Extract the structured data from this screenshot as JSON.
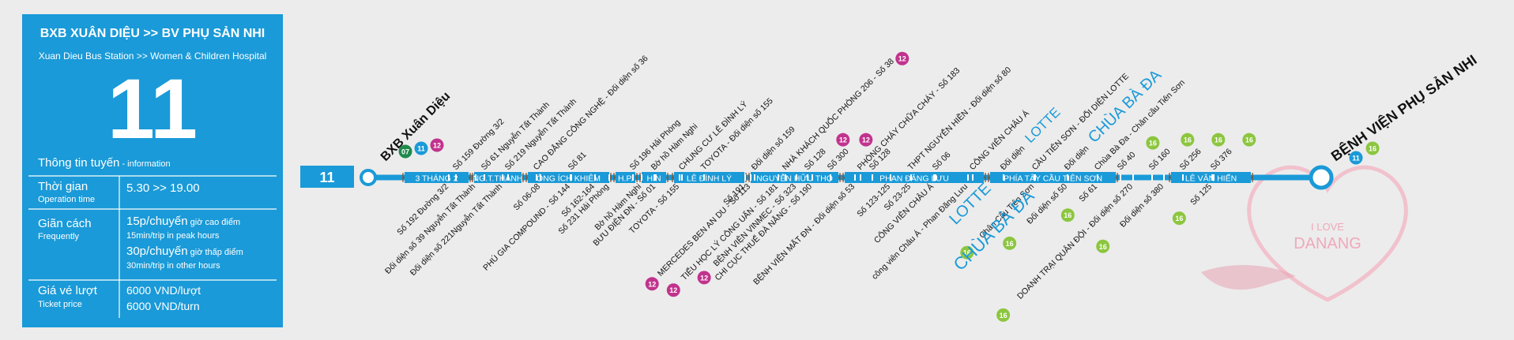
{
  "colors": {
    "accent": "#1a9ad8",
    "pink": "#c1338d",
    "green": "#8cc63f",
    "darkgreen": "#1f8a4c",
    "segment": "#8a4a1f"
  },
  "info": {
    "title_vi": "BXB XUÂN DIỆU >> BV PHỤ SẢN NHI",
    "title_en": "Xuan Dieu Bus Station >> Women & Children Hospital",
    "route_number": "11",
    "section_heading": "Thông tin tuyến",
    "section_heading_en": " - information",
    "rows": [
      {
        "label": "Thời gian",
        "label_en": "Operation time",
        "lines": [
          {
            "main": "5.30 >> 19.00",
            "small": ""
          }
        ]
      },
      {
        "label": "Giãn cách",
        "label_en": "Frequently",
        "lines": [
          {
            "main": "15p/chuyến",
            "small": " giờ cao điểm"
          },
          {
            "main": "",
            "small": "15min/trip in peak hours"
          },
          {
            "main": "30p/chuyến",
            "small": " giờ thấp điểm"
          },
          {
            "main": "",
            "small": "30min/trip in other hours"
          }
        ]
      },
      {
        "label": "Giá vé lượt",
        "label_en": "Ticket price",
        "lines": [
          {
            "main": "6000 VND/lượt",
            "small": ""
          },
          {
            "main": "6000 VND/turn",
            "small": ""
          }
        ]
      }
    ]
  },
  "route": {
    "badge": "11",
    "start": {
      "name": "BXB Xuân Diệu",
      "connections": [
        "07",
        "11",
        "12"
      ]
    },
    "end": {
      "name": "BỆNH VIỆN PHỤ SẢN NHI",
      "connections": [
        "11",
        "16"
      ]
    },
    "segments": [
      "3 THÁNG 2",
      "NG.T.THÀNH",
      "ÔNG ÍCH KHIÊM",
      "H.P.",
      "H.N",
      "LÊ ĐÌNH LÝ",
      "NGUYỄN HỮU THỌ",
      "PHAN ĐĂNG LƯU",
      "PHÍA TÂY CẦU TIÊN SƠN",
      "LÊ VĂN HIẾN"
    ],
    "stops_above": [
      {
        "name": "Số 159 Đường 3/2",
        "routes": []
      },
      {
        "name": "Số 61 Nguyễn Tất Thành",
        "routes": []
      },
      {
        "name": "Số 219 Nguyễn Tất Thành",
        "routes": []
      },
      {
        "name": "CAO ĐẲNG CÔNG NGHỆ - Đối diện số 36",
        "routes": []
      },
      {
        "name": "Số 81",
        "routes": []
      },
      {
        "name": "Số 196 Hải Phòng",
        "routes": []
      },
      {
        "name": "Bờ hồ Hàm Nghi",
        "routes": []
      },
      {
        "name": "CHUNG CƯ LÊ ĐÌNH LÝ",
        "routes": []
      },
      {
        "name": "TOYOTA - Đối diện số 155",
        "routes": []
      },
      {
        "name": "Đối diện số 159",
        "routes": []
      },
      {
        "name": "NHÀ KHÁCH QUỐC PHÒNG 206 - Số 38",
        "routes": [
          "12"
        ]
      },
      {
        "name": "Số 128",
        "routes": [
          "12"
        ]
      },
      {
        "name": "Số 300",
        "routes": [
          "12"
        ]
      },
      {
        "name": "PHÒNG CHÁY CHỮA CHÁY - Số 183",
        "routes": []
      },
      {
        "name": "Số 128",
        "routes": []
      },
      {
        "name": "THPT NGUYỄN HIỀN - Đối diện số 80",
        "routes": []
      },
      {
        "name": "Số 06",
        "routes": []
      },
      {
        "name": "CÔNG VIÊN CHÂU Á",
        "routes": []
      },
      {
        "name": "Đối diện",
        "routes": []
      },
      {
        "name": "CẦU TIÊN SƠN - ĐỐI DIỆN LOTTE",
        "routes": []
      },
      {
        "name": "Đối diện",
        "routes": []
      },
      {
        "name": "Chùa Bà Đa - Chân cầu Tiên Sơn",
        "routes": []
      },
      {
        "name": "Số 40",
        "routes": [
          "16"
        ]
      },
      {
        "name": "Số 160",
        "routes": [
          "16"
        ]
      },
      {
        "name": "Số 256",
        "routes": [
          "16"
        ]
      },
      {
        "name": "Số 376",
        "routes": [
          "16"
        ]
      }
    ],
    "stops_below": [
      {
        "name": "Số 192 Đường 3/2",
        "routes": []
      },
      {
        "name": "Đối diện số 39 Nguyễn Tất Thành",
        "routes": []
      },
      {
        "name": "Đối diện số 221Nguyễn Tất Thành",
        "routes": []
      },
      {
        "name": "Số 06-08",
        "routes": []
      },
      {
        "name": "PHÚ GIA COMPOUND - Số 144",
        "routes": []
      },
      {
        "name": "Số 162-164",
        "routes": []
      },
      {
        "name": "Số 231 Hải Phòng",
        "routes": []
      },
      {
        "name": "Bờ hồ Hàm Nghi",
        "routes": []
      },
      {
        "name": "BƯU ĐIỆN ĐN - Số 01",
        "routes": []
      },
      {
        "name": "TOYOTA - Số 155",
        "routes": []
      },
      {
        "name": "Số 191",
        "routes": []
      },
      {
        "name": "MERCEDES BEN AN DU - Số 113",
        "routes": [
          "12"
        ]
      },
      {
        "name": "TIỂU HỌC LÝ CÔNG UẨN - Số 181",
        "routes": [
          "12"
        ]
      },
      {
        "name": "BỆNH VIỆN VINMEC - Số 323",
        "routes": [
          "12"
        ]
      },
      {
        "name": "CHI CỤC THUẾ ĐÀ NẴNG - Số 190",
        "routes": []
      },
      {
        "name": "BỆNH VIỆN MẮT ĐN - Đối diện số 53",
        "routes": []
      },
      {
        "name": "Số 123-125",
        "routes": []
      },
      {
        "name": "Số 23-25",
        "routes": []
      },
      {
        "name": "CÔNG VIÊN CHÂU Á",
        "routes": []
      },
      {
        "name": "công viên Châu Á - Phan Đăng Lưu",
        "routes": []
      },
      {
        "name": "Chân Cầu Tiên Sơn",
        "routes": [
          "16"
        ]
      },
      {
        "name": "Đối diện số 50",
        "routes": [
          "16"
        ]
      },
      {
        "name": "Số 61",
        "routes": [
          "16"
        ]
      },
      {
        "name": "DOANH TRẠI QUÂN ĐỘI - Đối diện số 270",
        "routes": [
          "16"
        ]
      },
      {
        "name": "Đối diện số 380",
        "routes": [
          "16"
        ]
      },
      {
        "name": "Số 125",
        "routes": [
          "16"
        ]
      }
    ],
    "landmarks": [
      "LOTTE",
      "CHÙA BÀ ĐA",
      "LOTTE",
      "CHÙA BÀ ĐA"
    ],
    "watermark": [
      "I LOVE",
      "DANANG"
    ]
  }
}
